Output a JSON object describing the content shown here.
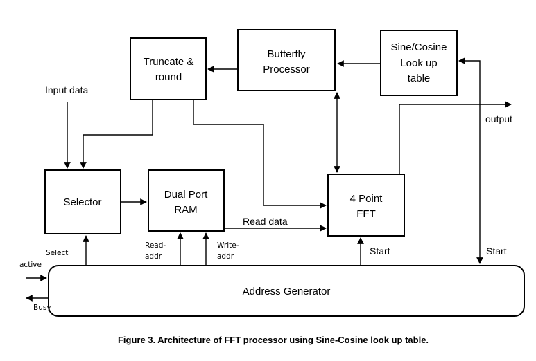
{
  "blocks": {
    "truncate": [
      "Truncate &",
      "round"
    ],
    "butterfly": [
      "Butterfly",
      "Processor"
    ],
    "sincos": [
      "Sine/Cosine",
      "Look up",
      "table"
    ],
    "selector": "Selector",
    "dualport": [
      "Dual Port",
      "RAM"
    ],
    "fft4": [
      "4 Point",
      "FFT"
    ],
    "addrgen": "Address Generator"
  },
  "signals": {
    "input_data": "Input data",
    "output": "output",
    "read_data": "Read data",
    "start_fft": "Start",
    "start_sincos": "Start",
    "select": "Select",
    "read_addr": [
      "Read-",
      "addr"
    ],
    "write_addr": [
      "Write-",
      "addr"
    ],
    "active": "active",
    "busy": "Busy"
  },
  "caption": "Figure 3. Architecture of FFT processor using Sine-Cosine look up table."
}
